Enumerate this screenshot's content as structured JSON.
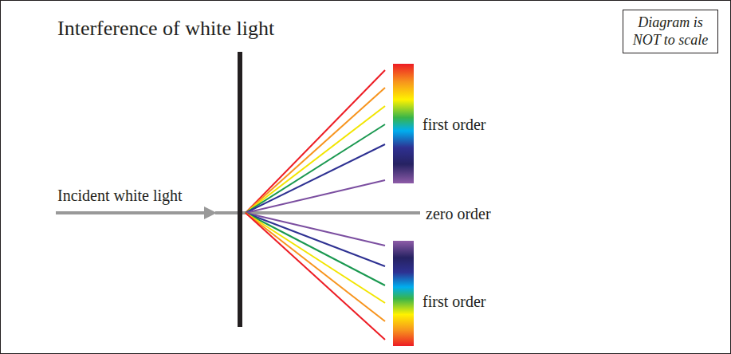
{
  "diagram": {
    "title": "Interference of white light",
    "nodes": [
      {
        "text": [
          "Diagram is NOT to scale"
        ]
      }
    ],
    "labels": [
      "first order",
      "Incident white light",
      "zero order",
      "first order"
    ]
  }
}
